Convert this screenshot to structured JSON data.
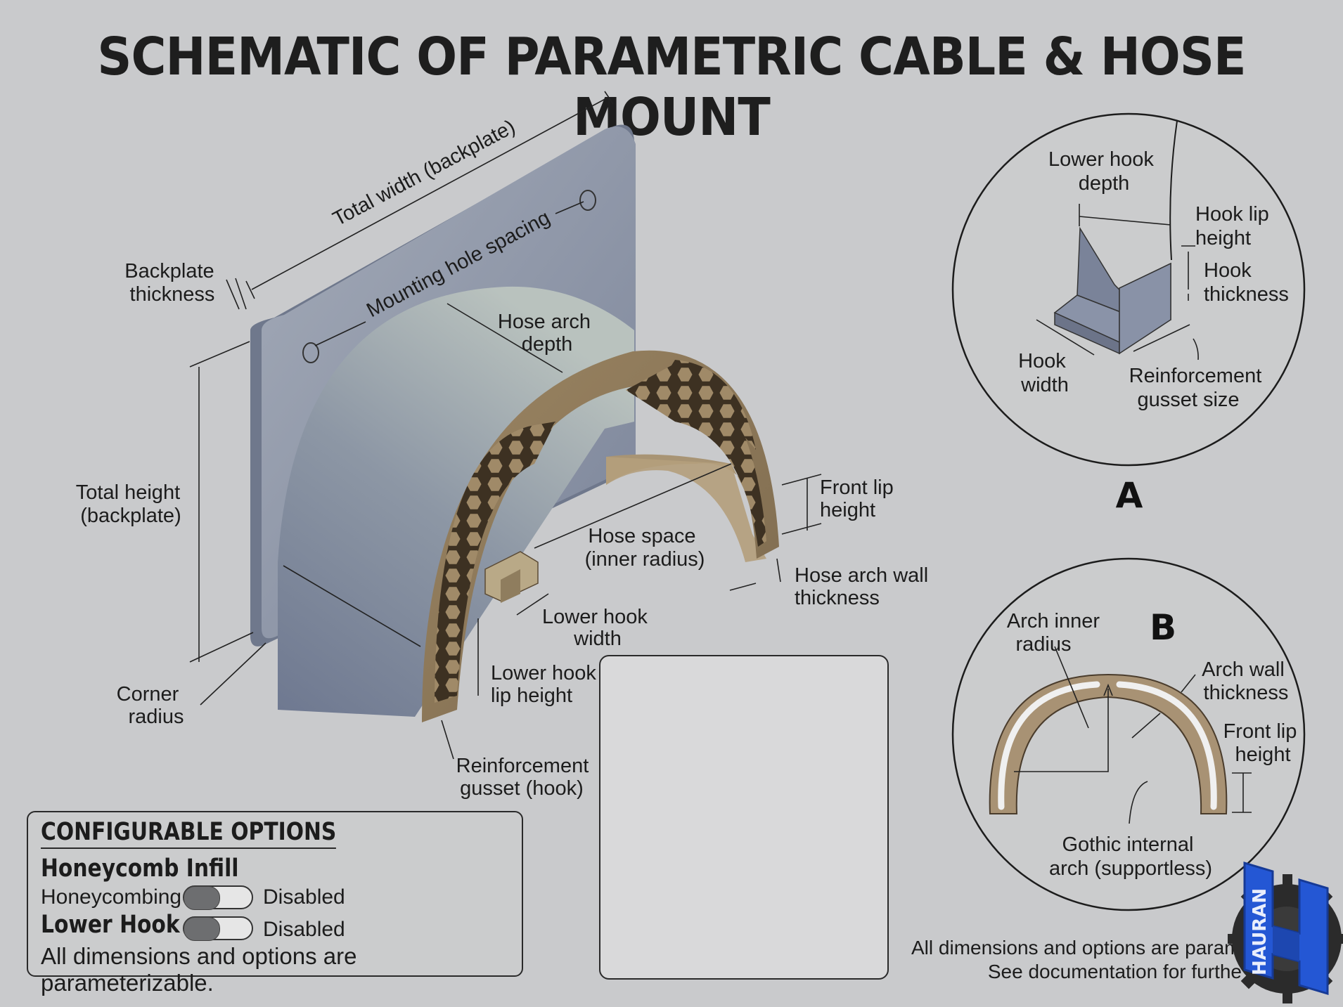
{
  "title": "SCHEMATIC OF PARAMETRIC CABLE & HOSE MOUNT",
  "main_labels": {
    "total_width": "Total width (backplate)",
    "mounting_hole_spacing": "Mounting hole spacing",
    "backplate_thickness": [
      "Backplate",
      "thickness"
    ],
    "hose_arch_depth": [
      "Hose arch",
      "depth"
    ],
    "total_height": [
      "Total height",
      "(backplate)"
    ],
    "front_lip_height": [
      "Front lip",
      "height"
    ],
    "hose_space": [
      "Hose space",
      "(inner radius)"
    ],
    "hose_arch_wall_thickness": [
      "Hose arch wall",
      "thickness"
    ],
    "lower_hook_width": [
      "Lower hook",
      "width"
    ],
    "lower_hook_lip_height": [
      "Lower hook",
      "lip height"
    ],
    "corner_radius": [
      "Corner",
      "radius"
    ],
    "reinforcement_gusset_hook": [
      "Reinforcement",
      "gusset (hook)"
    ]
  },
  "detail_a": {
    "letter": "A",
    "lower_hook_depth": [
      "Lower hook",
      "depth"
    ],
    "hook_lip_height": [
      "Hook lip",
      "height"
    ],
    "hook_thickness": [
      "Hook",
      "thickness"
    ],
    "hook_width": [
      "Hook",
      "width"
    ],
    "reinforcement_gusset_size": [
      "Reinforcement",
      "gusset size"
    ]
  },
  "detail_b": {
    "letter": "B",
    "arch_inner_radius": [
      "Arch inner",
      "radius"
    ],
    "arch_wall_thickness": [
      "Arch wall",
      "thickness"
    ],
    "front_lip_height": [
      "Front lip",
      "height"
    ],
    "gothic_internal_arch": [
      "Gothic internal",
      "arch (supportless)"
    ]
  },
  "options": {
    "header": "CONFIGURABLE OPTIONS",
    "honeycomb_title": "Honeycomb Infill",
    "honeycomb_label": "Honeycombing",
    "honeycomb_state": "Disabled",
    "lower_hook_title": "Lower Hook",
    "lower_hook_state": "Disabled",
    "note": "All dimensions and options are parameterizable."
  },
  "footer": {
    "line1": "All dimensions and options are parame",
    "line2": "See documentation for furthe"
  },
  "logo": {
    "text": "HAURAN"
  },
  "colors": {
    "background": "#c9cacc",
    "backplate": "#8d95a6",
    "arch_brown": "#8c7657",
    "logo_blue": "#1f4fc4"
  }
}
